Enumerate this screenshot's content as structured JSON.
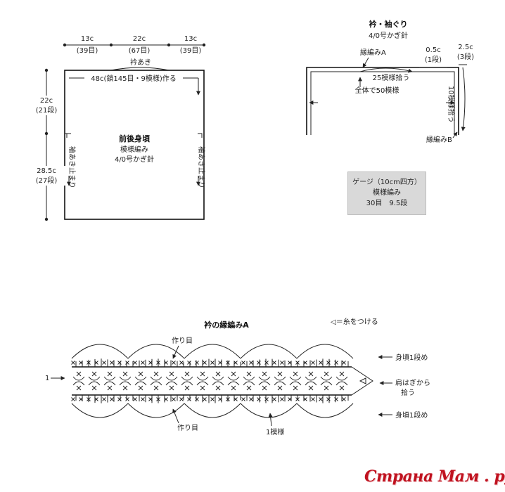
{
  "body_panel": {
    "title": "前後身頃",
    "pattern": "模様編み",
    "hook": "4/0号かぎ針",
    "top_dims": [
      {
        "cm": "13c",
        "rows": "(39目)"
      },
      {
        "cm": "22c",
        "rows": "(67目)"
      },
      {
        "cm": "13c",
        "rows": "(39目)"
      }
    ],
    "neck_label": "衿あき",
    "chain_label": "48c(鎖145目・9模様)作る",
    "left_dims": [
      {
        "cm": "22c",
        "rows": "(21段)"
      },
      {
        "cm": "28.5c",
        "rows": "(27段)"
      }
    ],
    "armhole_left": "袖あき止まり",
    "armhole_right": "袖あき止まり"
  },
  "collar_sleeve": {
    "title": "衿・袖ぐり",
    "hook": "4/0号かぎ針",
    "edging_a": "縁編みA",
    "pickup_25": "25模様拾う",
    "total_50": "全体で50模様",
    "dim_05": {
      "cm": "0.5c",
      "rows": "(1段)"
    },
    "dim_25": {
      "cm": "2.5c",
      "rows": "(3段)"
    },
    "pickup_10": "10模様拾う",
    "edging_b": "縁編みB"
  },
  "gauge": {
    "title": "ゲージ（10cm四方）",
    "pattern": "模様編み",
    "values": "30目　9.5段"
  },
  "collar_chart": {
    "title": "衿の縁編みA",
    "legend": "◁＝糸をつける",
    "start_chain_top": "作り目",
    "start_chain_bottom": "作り目",
    "row1_top": "身頃1段め",
    "row1_bottom": "身頃1段め",
    "shoulder_line1": "肩はぎから",
    "shoulder_line2": "拾う",
    "one_repeat": "1模様",
    "row_marker": "1"
  },
  "watermark": {
    "text": "Страна Мам . ру"
  }
}
